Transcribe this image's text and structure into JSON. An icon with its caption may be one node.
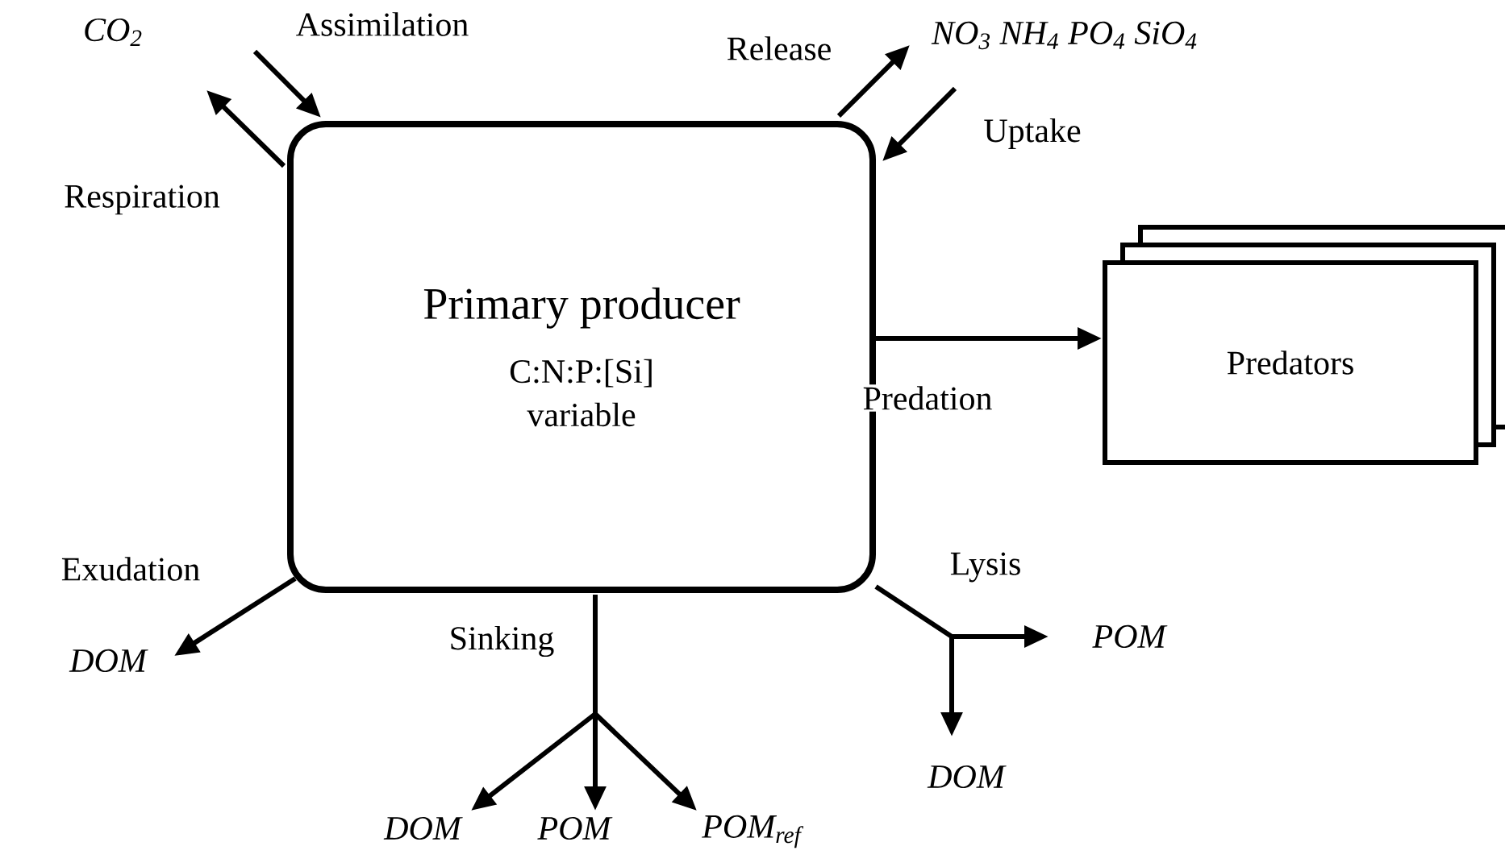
{
  "diagram": {
    "nodes": [
      {
        "text": [
          "Primary producer",
          "C:N:P:[Si] variable"
        ]
      },
      {
        "text": [
          "Predators"
        ]
      },
      {
        "text": [
          "CO$_{2}$"
        ]
      },
      {
        "text": [
          "NO$_{3}$ NH$_{4}$ PO$_{4}$ SiO$_{4}$"
        ]
      },
      {
        "text": [
          "DOM"
        ]
      },
      {
        "text": [
          "DOM"
        ]
      },
      {
        "text": [
          "POM"
        ]
      },
      {
        "text": [
          "POM$_{ref}$"
        ]
      },
      {
        "text": [
          "POM"
        ]
      },
      {
        "text": [
          "DOM"
        ]
      }
    ],
    "edges": [
      {
        "from": null,
        "to": 0,
        "arrow": "to",
        "label": "Assimilation"
      },
      {
        "from": 0,
        "to": 2,
        "arrow": "to",
        "label": "Respiration"
      },
      {
        "from": 0,
        "to": 3,
        "arrow": "to",
        "label": "Release"
      },
      {
        "from": 3,
        "to": 0,
        "arrow": "to",
        "label": "Uptake"
      },
      {
        "from": 0,
        "to": 1,
        "arrow": "to",
        "label": "Predation"
      },
      {
        "from": 0,
        "to": 4,
        "arrow": "to",
        "label": "Exudation"
      },
      {
        "from": 0,
        "to": 5,
        "arrow": "to"
      },
      {
        "from": 0,
        "to": 6,
        "arrow": "to",
        "label": "Sinking"
      },
      {
        "from": 0,
        "to": 7,
        "arrow": "to"
      },
      {
        "from": 0,
        "to": 8,
        "arrow": "to",
        "label": "Lysis"
      },
      {
        "from": 0,
        "to": 9,
        "arrow": "to"
      }
    ]
  }
}
